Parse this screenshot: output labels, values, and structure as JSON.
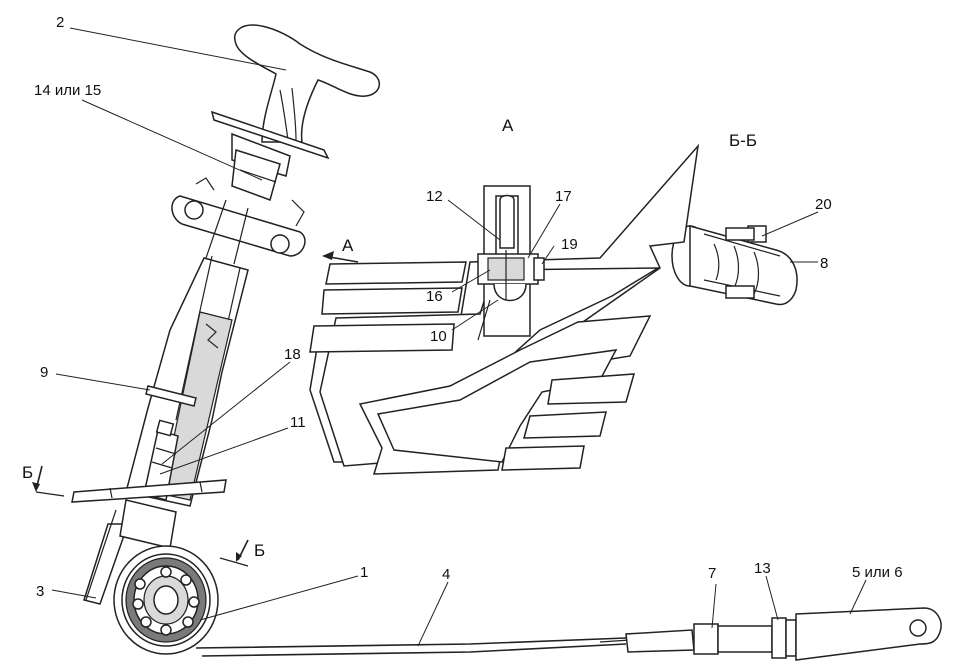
{
  "labels": {
    "l2": "2",
    "l14_15": "14 или 15",
    "lA_view": "А",
    "lBB": "Б-Б",
    "l12": "12",
    "l17": "17",
    "l20": "20",
    "l19": "19",
    "l8": "8",
    "lA_arrow": "А",
    "l16": "16",
    "l10": "10",
    "l18": "18",
    "l9": "9",
    "l11": "11",
    "lB_left": "Б",
    "lB_right": "Б",
    "l3": "3",
    "l1": "1",
    "l4": "4",
    "l7": "7",
    "l13": "13",
    "l5_6": "5 или 6"
  }
}
